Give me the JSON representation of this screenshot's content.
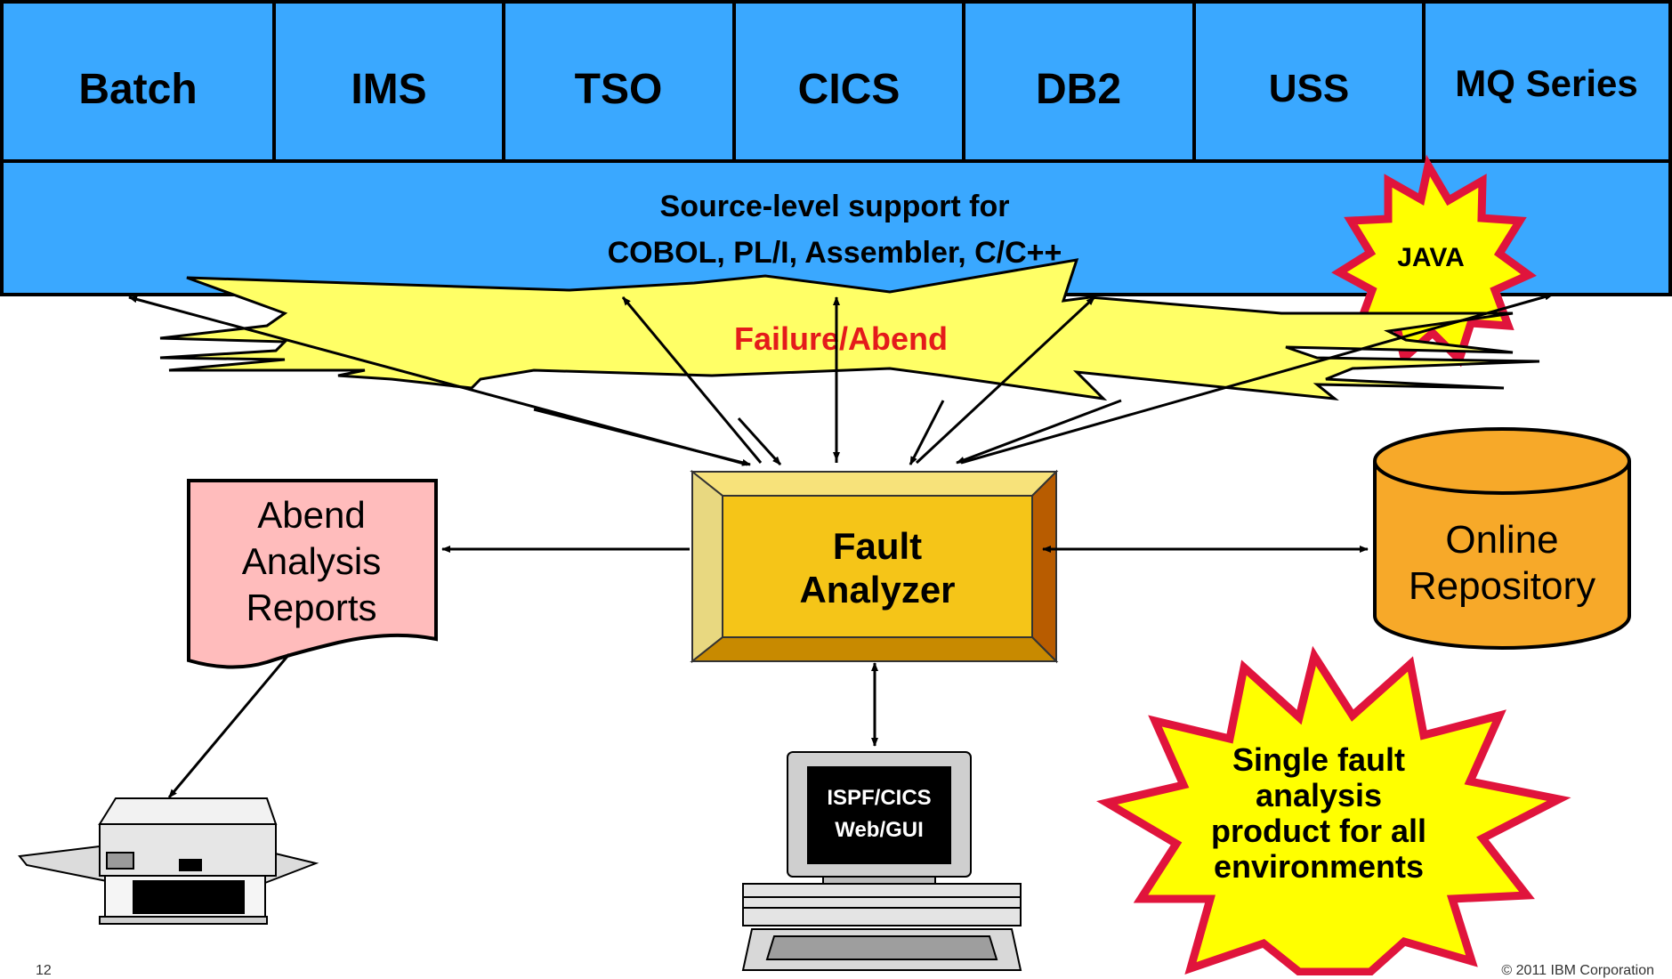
{
  "env_row": {
    "tabs": [
      "Batch",
      "IMS",
      "TSO",
      "CICS",
      "DB2",
      "USS",
      "MQ Series"
    ]
  },
  "support_band": {
    "line1": "Source-level support for",
    "line2": "COBOL, PL/I, Assembler, C/C++"
  },
  "java_badge": "JAVA",
  "failure_burst": "Failure/Abend",
  "fault_analyzer": {
    "line1": "Fault",
    "line2": "Analyzer"
  },
  "reports_doc": {
    "line1": "Abend",
    "line2": "Analysis",
    "line3": "Reports"
  },
  "repository": {
    "line1": "Online",
    "line2": "Repository"
  },
  "terminal_screen": {
    "line1": "ISPF/CICS",
    "line2": "Web/GUI"
  },
  "callout": {
    "line1": "Single fault",
    "line2": "analysis",
    "line3": "product for all",
    "line4": "environments"
  },
  "footer": {
    "page_number": "12",
    "copyright": "© 2011 IBM Corporation"
  },
  "colors": {
    "band_blue": "#3aa8ff",
    "burst_yellow": "#ffff66",
    "failure_red": "#e41b1b",
    "java_red": "#e0143c",
    "analyzer_gold": "#f5c518",
    "repo_orange": "#f7a929",
    "report_pink": "#ffbcbc"
  }
}
